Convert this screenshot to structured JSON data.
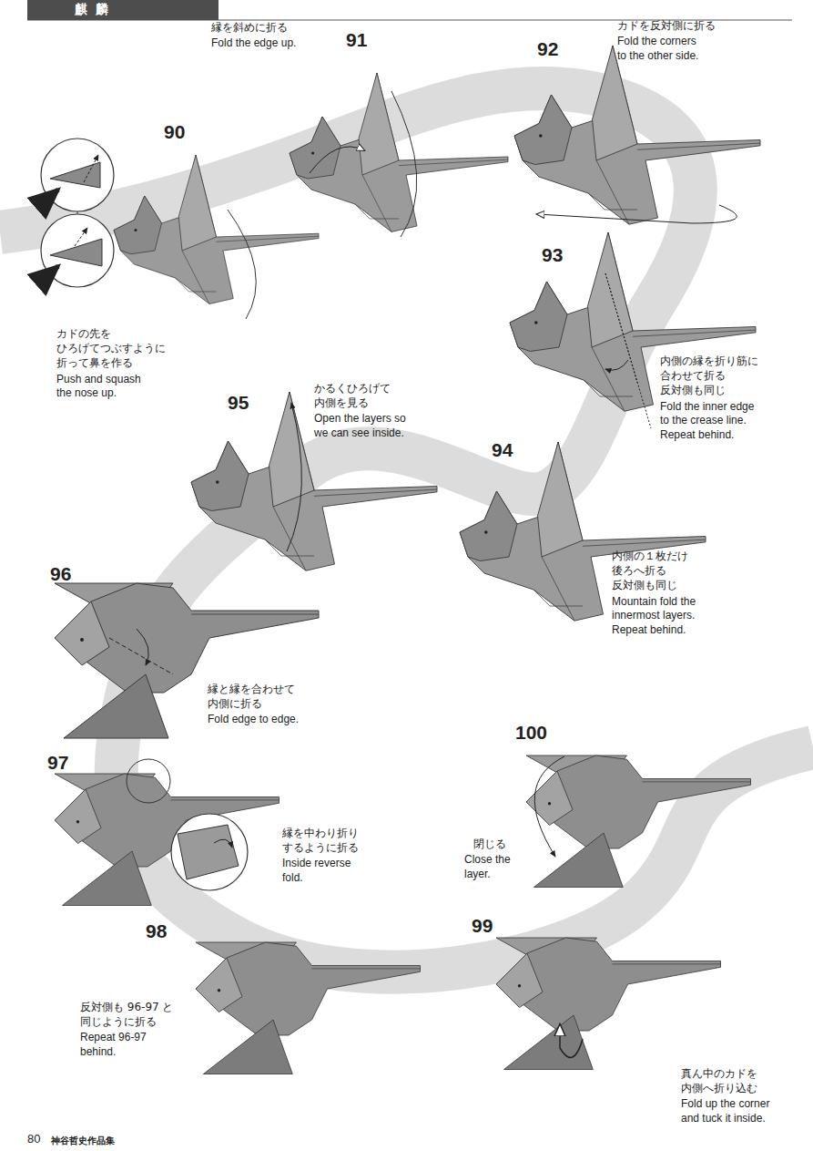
{
  "diagram": {
    "nodes": [
      {
        "text": [
          "麒 麟"
        ]
      }
    ],
    "labels": [
      "90",
      "カドの先を ひろげてつぶすように 折って鼻を作る",
      "Push and squash the nose up.",
      "91",
      "縁を斜めに折る",
      "Fold the edge up.",
      "92",
      "カドを反対側に折る",
      "Fold the corners to the other side.",
      "93",
      "内側の縁を折り筋に 合わせて折る 反対側も同じ",
      "Fold the inner edge to the crease line. Repeat behind.",
      "94",
      "内側の１枚だけ 後ろへ折る 反対側も同じ",
      "Mountain fold the innermost layers. Repeat behind.",
      "95",
      "かるくひろげて 内側を見る",
      "Open the layers so we can see inside.",
      "96",
      "縁と縁を合わせて 内側に折る",
      "Fold edge to edge.",
      "97",
      "縁を中わり折り するように折る",
      "Inside reverse fold.",
      "98",
      "反対側も 96-97 と 同じように折る",
      "Repeat 96-97 behind.",
      "99",
      "真ん中のカドを 内側へ折り込む",
      "Fold up the corner and tuck it inside.",
      "100",
      "閉じる",
      "Close the layer.",
      "80",
      "神谷哲史作品集"
    ]
  }
}
